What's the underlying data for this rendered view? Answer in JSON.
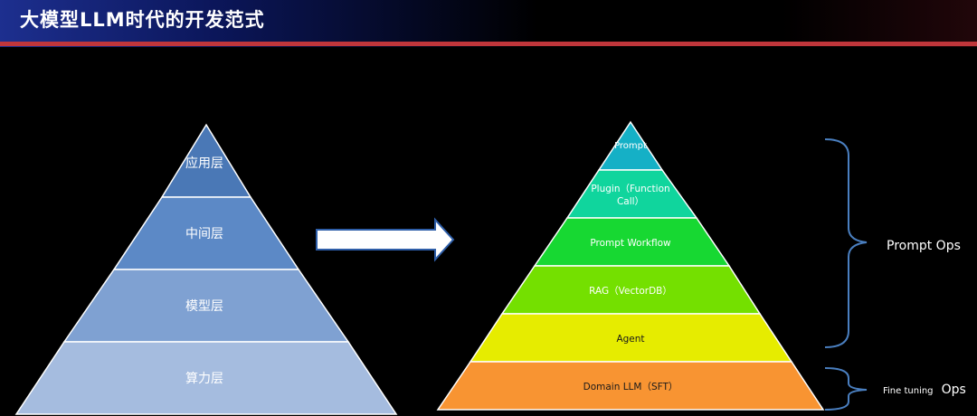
{
  "title": "大模型LLM时代的开发范式",
  "left_pyramid": {
    "layers": [
      {
        "label": "应用层",
        "color": "#4a78b6"
      },
      {
        "label": "中间层",
        "color": "#5c89c6"
      },
      {
        "label": "模型层",
        "color": "#7fa1d2"
      },
      {
        "label": "算力层",
        "color": "#a5bcdf"
      }
    ]
  },
  "right_pyramid": {
    "layers": [
      {
        "label": "Prompt",
        "color": "#15b0c6"
      },
      {
        "label": "Plugin（Function",
        "label2": "Call）",
        "color": "#10d59d"
      },
      {
        "label": "Prompt Workflow",
        "color": "#17d832"
      },
      {
        "label": "RAG（VectorDB）",
        "color": "#74e000"
      },
      {
        "label": "Agent",
        "color": "#e6ec00"
      },
      {
        "label": "Domain LLM（SFT）",
        "color": "#f89432"
      }
    ]
  },
  "brackets": {
    "prompt_ops": "Prompt Ops",
    "fine_tuning_small": "Fine tuning",
    "fine_tuning_ops": "Ops"
  },
  "colors": {
    "header_line": "#c0363b",
    "bracket": "#4a7fc0",
    "arrow_fill": "#ffffff",
    "arrow_stroke": "#2e5ea8"
  }
}
